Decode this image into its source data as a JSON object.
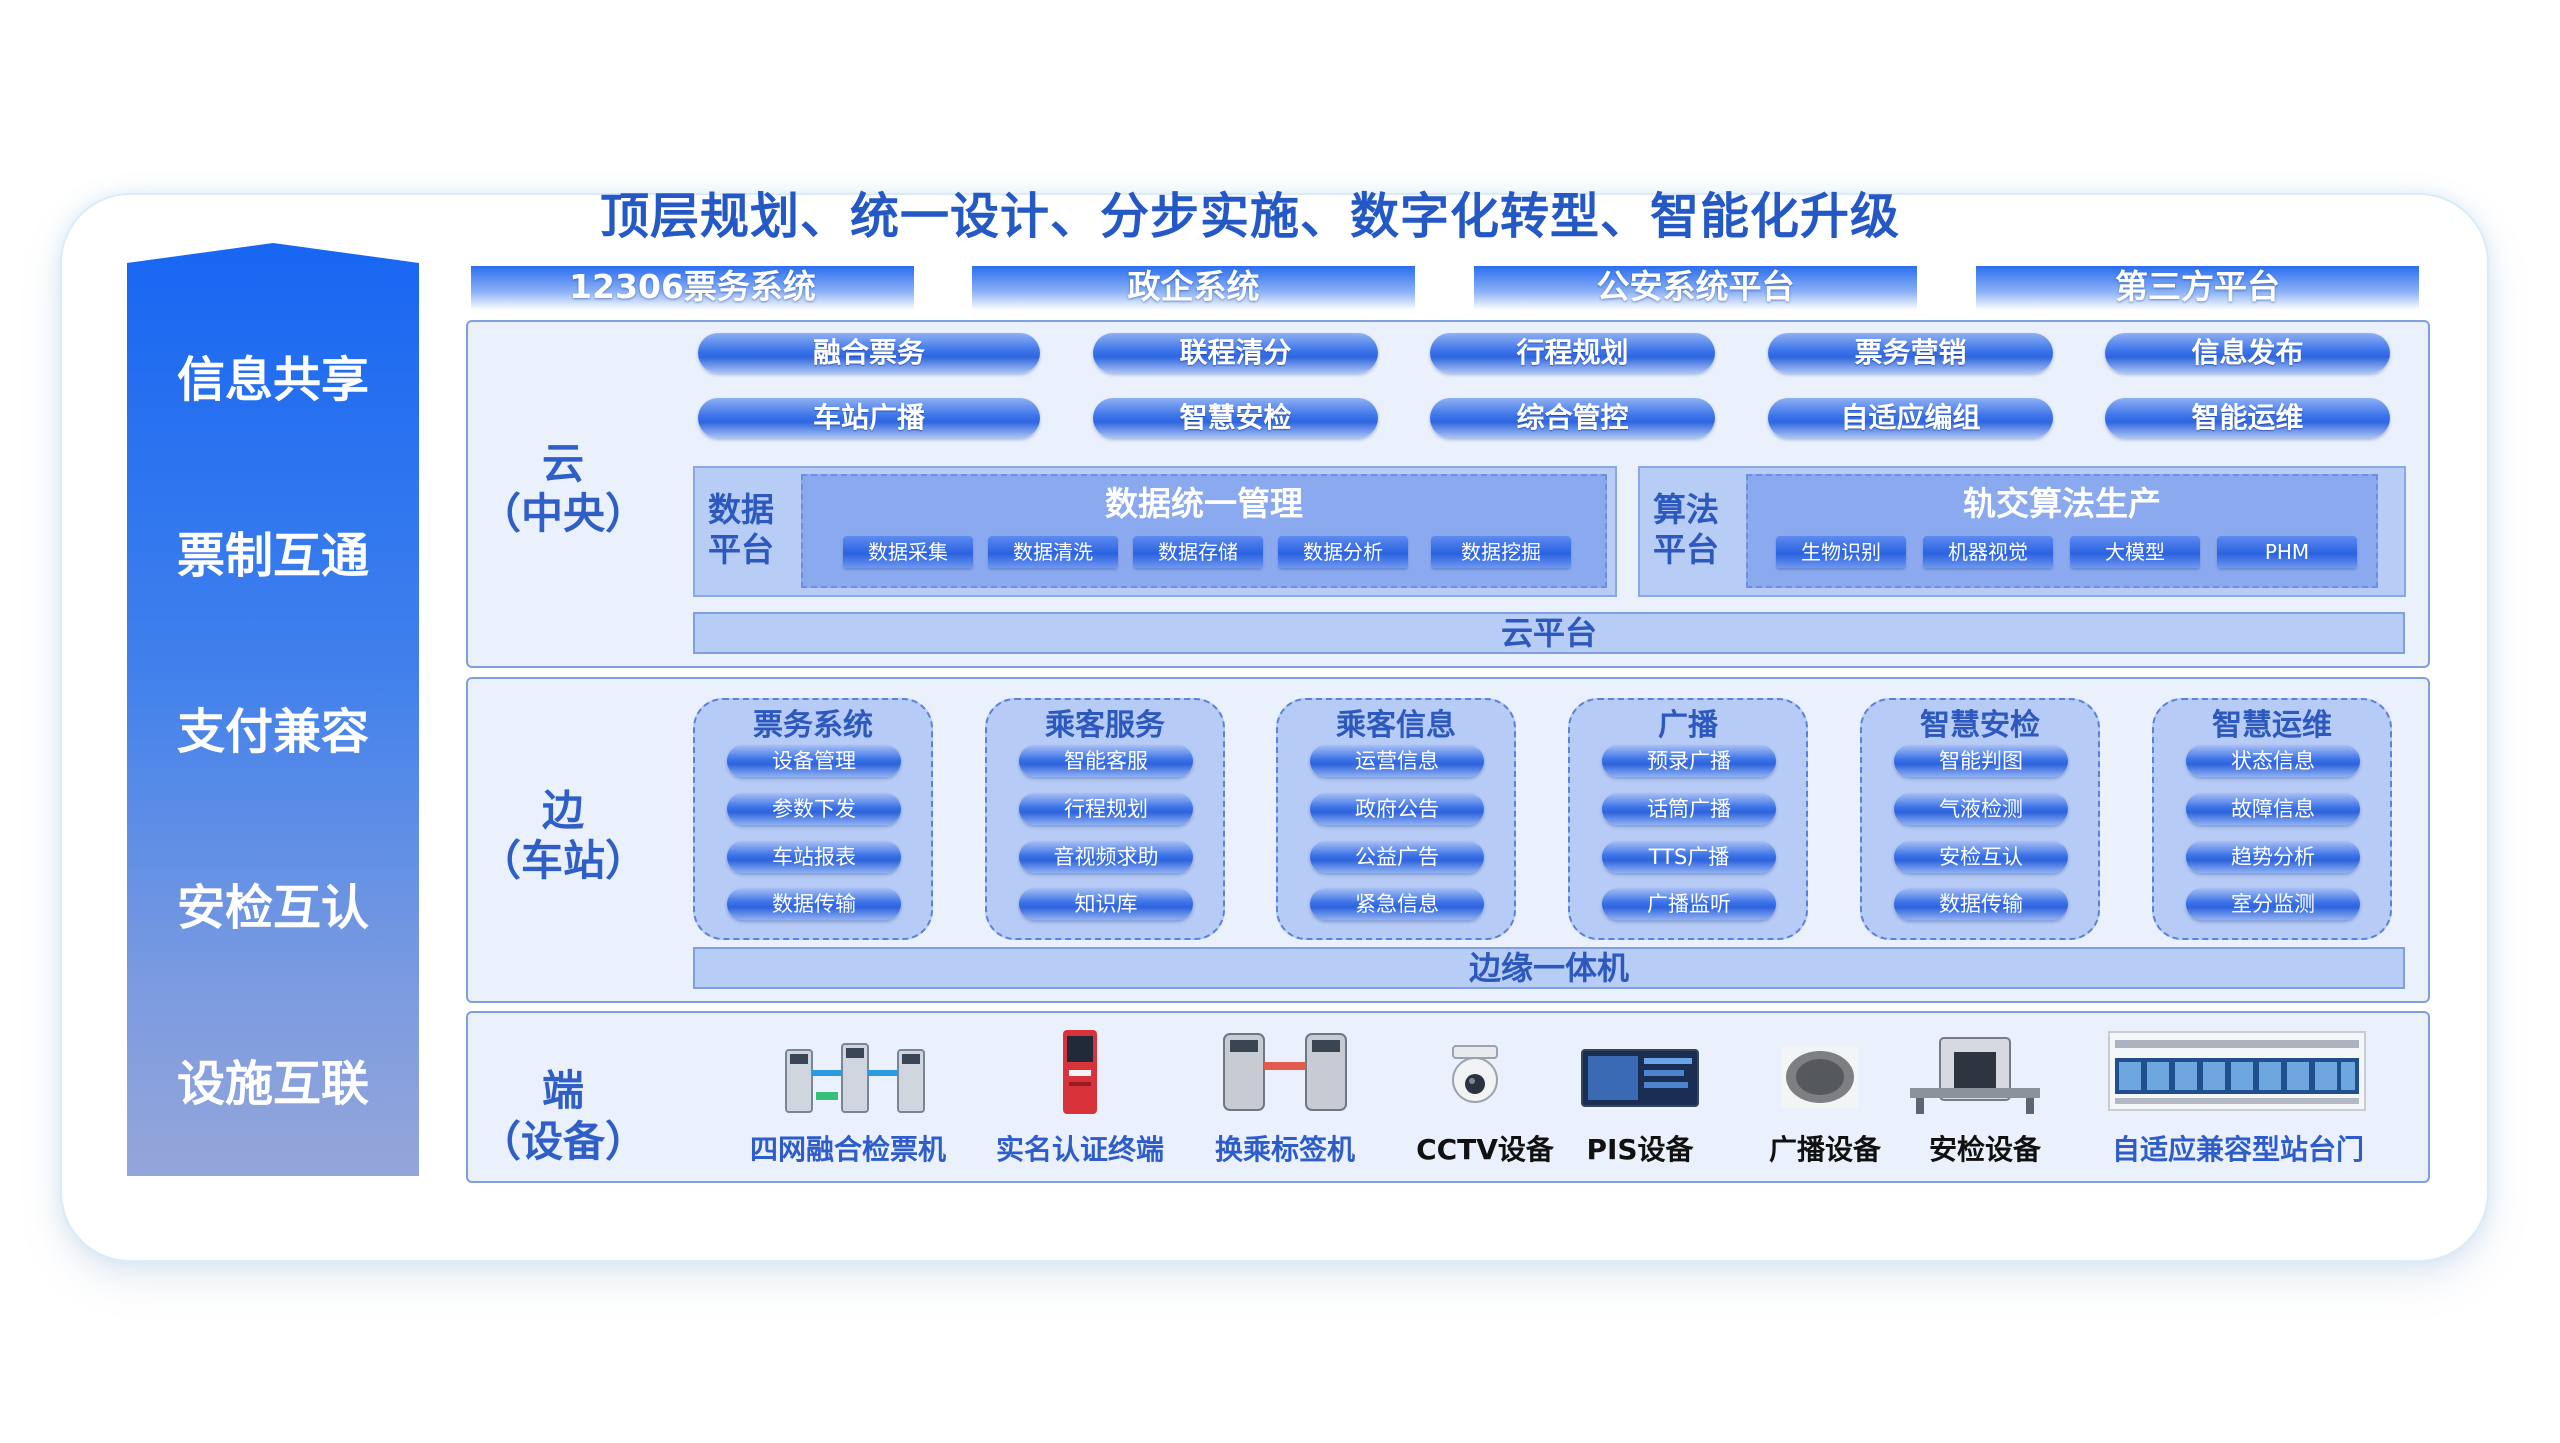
{
  "title": "顶层规划、统一设计、分步实施、数字化转型、智能化升级",
  "left_items": [
    "信息共享",
    "票制互通",
    "支付兼容",
    "安检互认",
    "设施互联"
  ],
  "tabs": [
    "12306票务系统",
    "政企系统",
    "公安系统平台",
    "第三方平台"
  ],
  "cloud": {
    "label_line1": "云",
    "label_line2": "（中央）",
    "row1": [
      "融合票务",
      "联程清分",
      "行程规划",
      "票务营销",
      "信息发布"
    ],
    "row2": [
      "车站广播",
      "智慧安检",
      "综合管控",
      "自适应编组",
      "智能运维"
    ],
    "data_platform": {
      "label_line1": "数据",
      "label_line2": "平台",
      "title": "数据统一管理",
      "items": [
        "数据采集",
        "数据清洗",
        "数据存储",
        "数据分析",
        "数据挖掘"
      ]
    },
    "algo_platform": {
      "label_line1": "算法",
      "label_line2": "平台",
      "title": "轨交算法生产",
      "items": [
        "生物识别",
        "机器视觉",
        "大模型",
        "PHM"
      ]
    },
    "bar": "云平台"
  },
  "edge": {
    "label_line1": "边",
    "label_line2": "（车站）",
    "groups": [
      {
        "title": "票务系统",
        "items": [
          "设备管理",
          "参数下发",
          "车站报表",
          "数据传输"
        ]
      },
      {
        "title": "乘客服务",
        "items": [
          "智能客服",
          "行程规划",
          "音视频求助",
          "知识库"
        ]
      },
      {
        "title": "乘客信息",
        "items": [
          "运营信息",
          "政府公告",
          "公益广告",
          "紧急信息"
        ]
      },
      {
        "title": "广播",
        "items": [
          "预录广播",
          "话筒广播",
          "TTS广播",
          "广播监听"
        ]
      },
      {
        "title": "智慧安检",
        "items": [
          "智能判图",
          "气液检测",
          "安检互认",
          "数据传输"
        ]
      },
      {
        "title": "智慧运维",
        "items": [
          "状态信息",
          "故障信息",
          "趋势分析",
          "室分监测"
        ]
      }
    ],
    "bar": "边缘一体机"
  },
  "device": {
    "label_line1": "端",
    "label_line2": "（设备）",
    "items": [
      "四网融合检票机",
      "实名认证终端",
      "换乘标签机",
      "CCTV设备",
      "PIS设备",
      "广播设备",
      "安检设备",
      "自适应兼容型站台门"
    ]
  },
  "colors": {
    "primary": "#2458c4",
    "accent": "#2f66df",
    "section_bg": "#eaf1fd"
  }
}
